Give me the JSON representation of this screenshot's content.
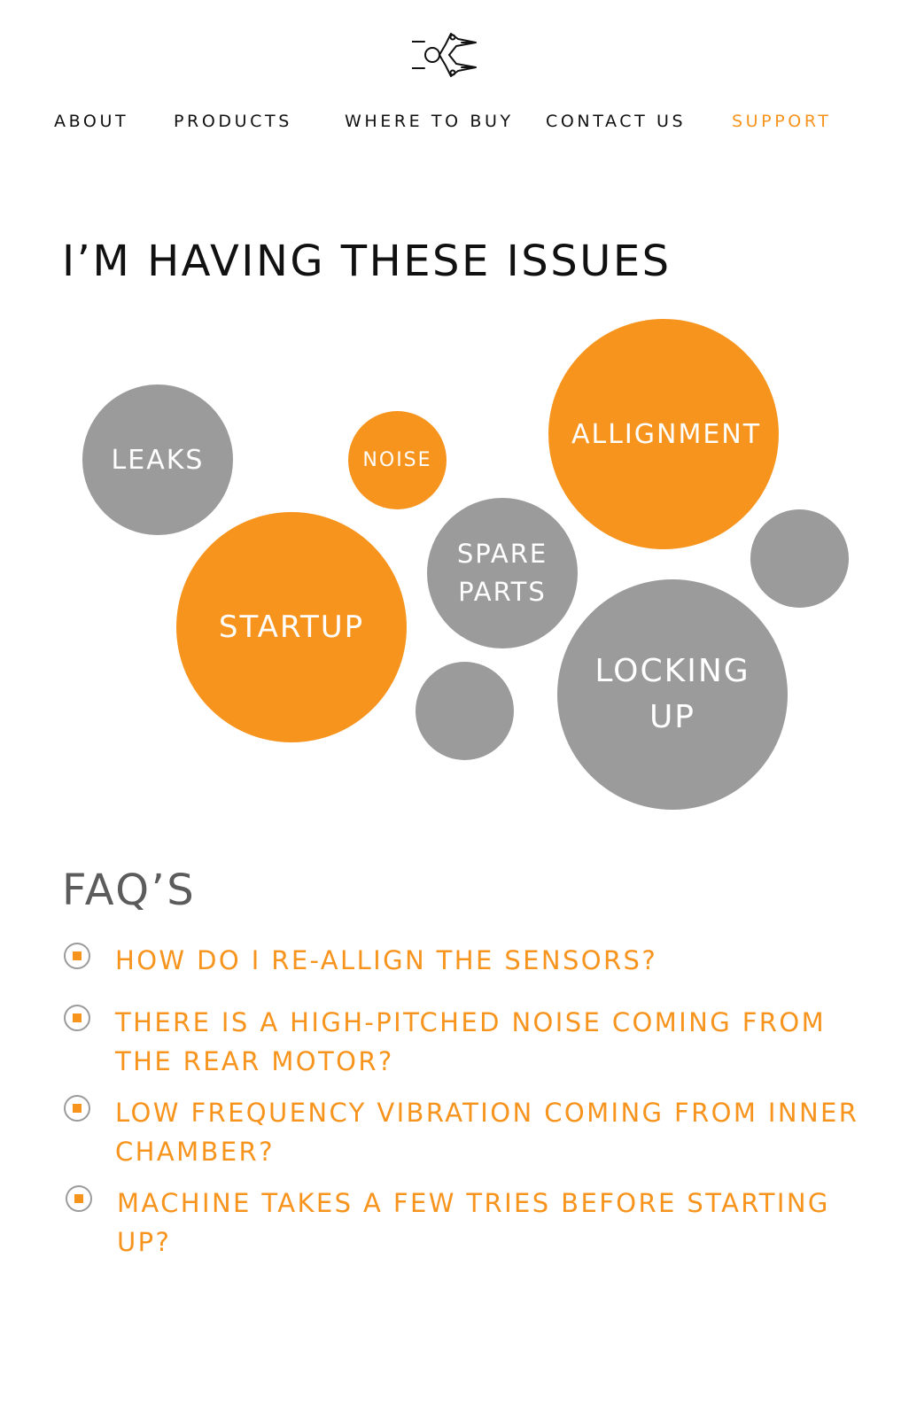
{
  "header": {
    "logo_icon": "gripper-icon"
  },
  "nav": {
    "items": [
      {
        "label": "ABOUT"
      },
      {
        "label": "PRODUCTS"
      },
      {
        "label": "WHERE TO BUY"
      },
      {
        "label": "CONTACT US"
      },
      {
        "label": "SUPPORT",
        "active": true
      }
    ]
  },
  "issues": {
    "title": "I’M HAVING THESE ISSUES",
    "bubbles": [
      {
        "label": "LEAKS",
        "color": "gray"
      },
      {
        "label": "NOISE",
        "color": "orange"
      },
      {
        "label": "ALLIGNMENT",
        "color": "orange"
      },
      {
        "label": "SPARE\nPARTS",
        "color": "gray"
      },
      {
        "label": "STARTUP",
        "color": "orange"
      },
      {
        "label": "LOCKING\nUP",
        "color": "gray"
      },
      {
        "label": "",
        "color": "gray"
      },
      {
        "label": "",
        "color": "gray"
      }
    ]
  },
  "faq": {
    "title": "FAQ’S",
    "items": [
      {
        "question": "HOW DO I RE-ALLIGN THE SENSORS?"
      },
      {
        "question": "THERE IS A HIGH-PITCHED NOISE COMING FROM THE REAR MOTOR?"
      },
      {
        "question": "LOW FREQUENCY VIBRATION COMING FROM INNER CHAMBER?"
      },
      {
        "question": "MACHINE TAKES A FEW TRIES BEFORE STARTING UP?"
      }
    ]
  },
  "colors": {
    "accent": "#f7941d",
    "bubble_gray": "#9b9b9b",
    "text": "#111111",
    "faq_title": "#5c5c5c"
  }
}
